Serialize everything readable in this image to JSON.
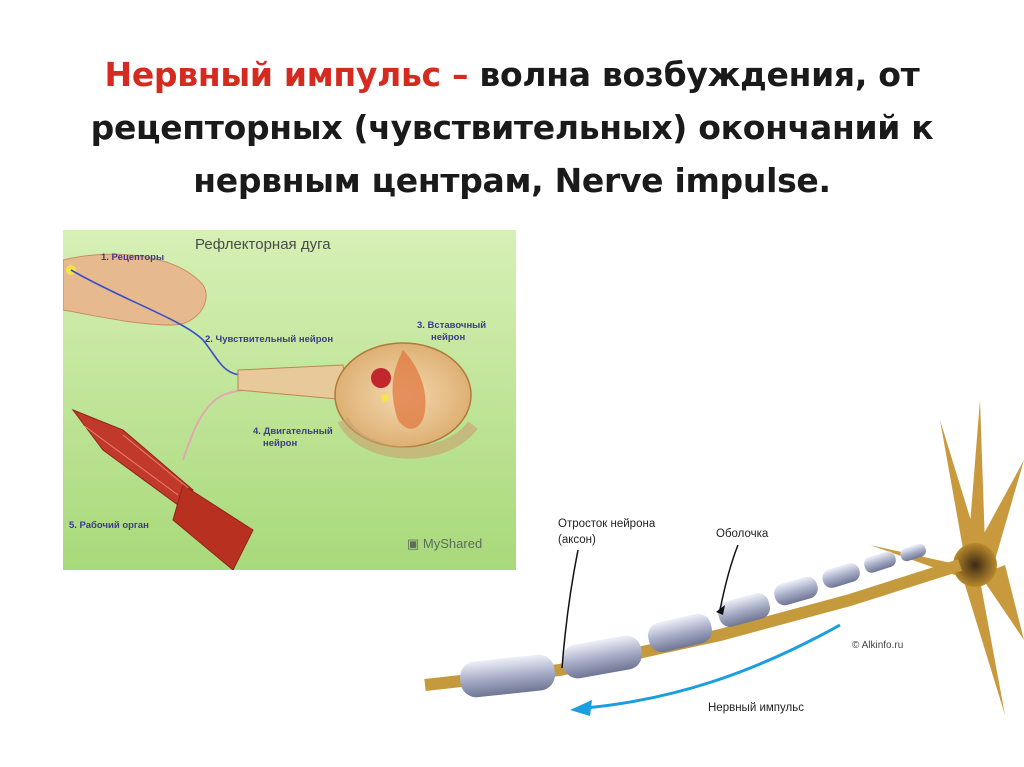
{
  "title": {
    "accent": "Нервный импульс –",
    "line1_rest": " волна возбуждения, от",
    "line2": "рецепторных (чувствительных) окончаний к",
    "line3": "нервным центрам, Nerve impulse."
  },
  "reflex_figure": {
    "title": "Рефлекторная дуга",
    "labels": {
      "receptors": "1. Рецепторы",
      "sensory": "2. Чувствительный нейрон",
      "interneuron_1": "3. Вставочный",
      "interneuron_2": "нейрон",
      "motor_1": "4. Двигательный",
      "motor_2": "нейрон",
      "organ": "5. Рабочий орган"
    },
    "watermark": "MyShared",
    "colors": {
      "background": "#b9e08f",
      "nerve": "#3a4fc7",
      "muscle": "#c0392b"
    }
  },
  "axon_figure": {
    "labels": {
      "axon_1": "Отросток нейрона",
      "axon_2": "(аксон)",
      "sheath": "Оболочка",
      "impulse": "Нервный импульс"
    },
    "credit": "© Alkinfo.ru",
    "colors": {
      "arrow": "#1a9ee0",
      "neuron_body": "#b88a2c"
    }
  }
}
